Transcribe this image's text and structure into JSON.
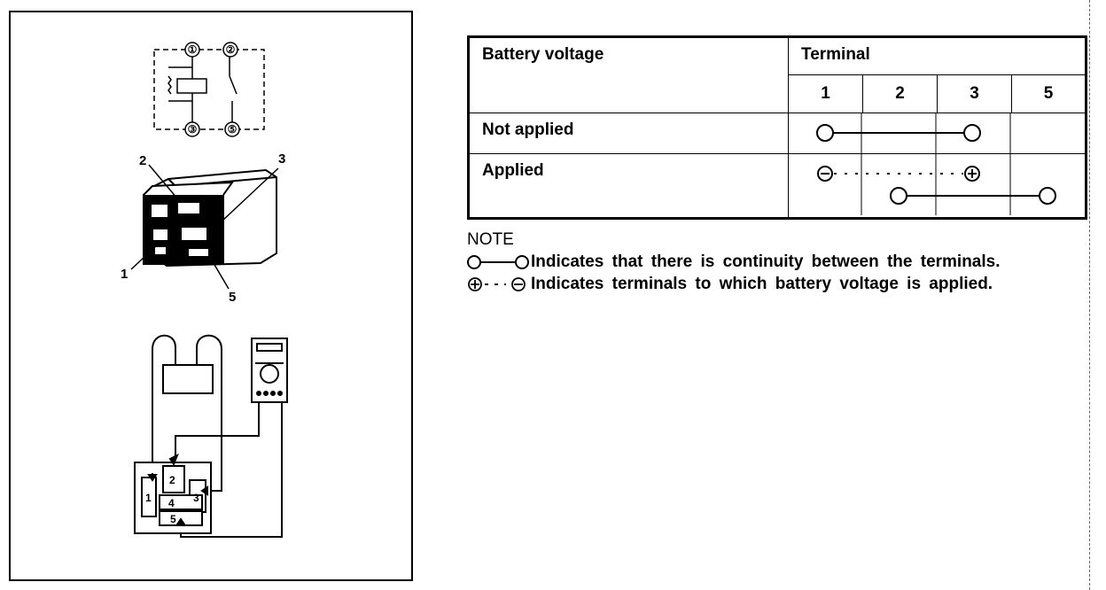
{
  "figure": {
    "schematic_terminals": [
      "①",
      "②",
      "③",
      "⑤"
    ],
    "relay_terminal_labels": [
      "2",
      "3",
      "1",
      "5"
    ],
    "wiring_terminal_labels": [
      "1",
      "2",
      "3",
      "4",
      "5"
    ]
  },
  "table": {
    "header_voltage": "Battery voltage",
    "header_terminal": "Terminal",
    "terminal_numbers": [
      "1",
      "2",
      "3",
      "5"
    ],
    "rows": [
      {
        "label": "Not applied"
      },
      {
        "label": "Applied"
      }
    ]
  },
  "note": {
    "title": "NOTE",
    "continuity_text": "Indicates that there is continuity between the terminals.",
    "voltage_text": "Indicates terminals to which battery voltage is applied."
  }
}
